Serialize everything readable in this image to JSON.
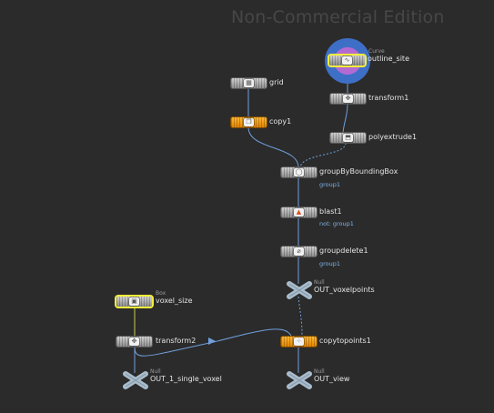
{
  "watermark": "Non-Commercial Edition",
  "colors": {
    "background": "#2b2b2b",
    "wire": "#6f9fdc",
    "node_gray": "#b8b8b8",
    "node_orange": "#f39b1d",
    "selection": "#f4ee3a",
    "sub_label": "#7fb2e6"
  },
  "nodes": {
    "grid": {
      "label": "grid",
      "icon": "grid-icon"
    },
    "copy1": {
      "label": "copy1",
      "icon": "copy-icon"
    },
    "outline_site": {
      "label": "outline_site",
      "tag": "Curve",
      "icon": "curve-icon"
    },
    "transform1": {
      "label": "transform1",
      "icon": "transform-icon"
    },
    "polyextrude1": {
      "label": "polyextrude1",
      "icon": "polyextrude-icon"
    },
    "groupByBoundingBox": {
      "label": "groupByBoundingBox",
      "sub": "group1",
      "icon": "group-icon"
    },
    "blast1": {
      "label": "blast1",
      "sub": "not: group1",
      "icon": "blast-icon"
    },
    "groupdelete1": {
      "label": "groupdelete1",
      "sub": "group1",
      "icon": "groupdelete-icon"
    },
    "out_voxelpoints": {
      "label": "OUT_voxelpoints",
      "tag": "Null",
      "icon": "null-icon"
    },
    "voxel_size": {
      "label": "voxel_size",
      "tag": "Box",
      "icon": "box-icon"
    },
    "transform2": {
      "label": "transform2",
      "icon": "transform-icon"
    },
    "copytopoints1": {
      "label": "copytopoints1",
      "icon": "copytopoints-icon"
    },
    "out_single_voxel": {
      "label": "OUT_1_single_voxel",
      "tag": "Null",
      "icon": "null-icon"
    },
    "out_view": {
      "label": "OUT_view",
      "tag": "Null",
      "icon": "null-icon"
    }
  }
}
